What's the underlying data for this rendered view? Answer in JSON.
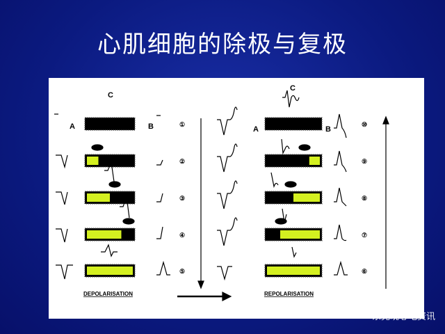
{
  "slide": {
    "title": "心肌细胞的除极与复极",
    "watermark": "东莞晓心电资讯"
  },
  "diagram": {
    "label_a": "A",
    "label_b": "B",
    "label_c": "C",
    "depolarisation": {
      "caption": "DEPOLARISATION",
      "steps": [
        "①",
        "②",
        "③",
        "④",
        "⑤"
      ],
      "depolarized_fraction": [
        0,
        0.25,
        0.5,
        0.75,
        1
      ]
    },
    "repolarisation": {
      "caption": "REPOLARISATION",
      "steps": [
        "⑩",
        "⑨",
        "⑧",
        "⑦",
        "⑥"
      ],
      "depolarized_fraction": [
        0,
        0.2,
        0.5,
        0.75,
        1
      ]
    },
    "colors": {
      "depolarized": "#d4f020",
      "polarized": "#000000",
      "background": "#0b1a80"
    }
  }
}
